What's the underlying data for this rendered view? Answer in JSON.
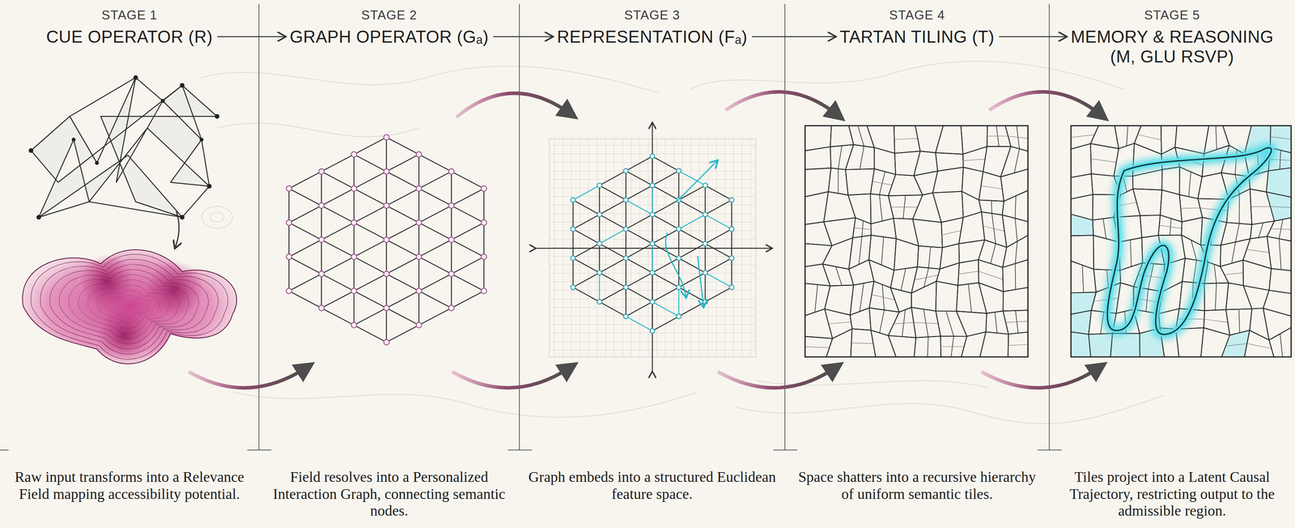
{
  "diagram": {
    "nodes": [
      {
        "text": [
          "STAGE 1",
          "CUE OPERATOR (R)",
          "Raw input transforms into a Relevance Field mapping accessibility potential."
        ]
      },
      {
        "text": [
          "STAGE 2",
          "GRAPH OPERATOR (Gₐ)",
          "Field resolves into a Personalized Interaction Graph, connecting semantic nodes."
        ]
      },
      {
        "text": [
          "STAGE 3",
          "REPRESENTATION (Fₐ)",
          "Graph embeds into a structured Euclidean feature space."
        ]
      },
      {
        "text": [
          "STAGE 4",
          "TARTAN TILING (T)",
          "Space shatters into a recursive hierarchy of uniform semantic tiles."
        ]
      },
      {
        "text": [
          "STAGE 5",
          "MEMORY & REASONING (M, GLU RSVP)",
          "Tiles project into a Latent Causal Trajectory, restricting output to the admissible region."
        ]
      }
    ],
    "edges": [
      {
        "from": 0,
        "to": 1,
        "arrow": "to"
      },
      {
        "from": 1,
        "to": 2,
        "arrow": "to"
      },
      {
        "from": 2,
        "to": 3,
        "arrow": "to"
      },
      {
        "from": 3,
        "to": 4,
        "arrow": "to"
      }
    ]
  }
}
